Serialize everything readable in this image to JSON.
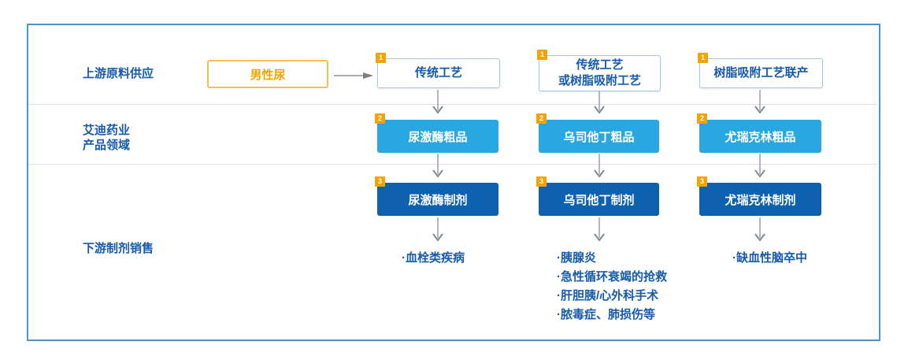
{
  "diagram": {
    "row_labels": {
      "upstream": "上游原料供应",
      "company_line1": "艾迪药业",
      "company_line2": "产品领域",
      "downstream": "下游制剂销售"
    },
    "source": {
      "label": "男性尿"
    },
    "columns": [
      {
        "process": {
          "badge": "1",
          "lines": [
            "传统工艺"
          ]
        },
        "crude": {
          "badge": "2",
          "label": "尿激酶粗品"
        },
        "prep": {
          "badge": "3",
          "label": "尿激酶制剂"
        },
        "indications": [
          "·血栓类疾病"
        ]
      },
      {
        "process": {
          "badge": "1",
          "lines": [
            "传统工艺",
            "或树脂吸附工艺"
          ]
        },
        "crude": {
          "badge": "2",
          "label": "乌司他丁粗品"
        },
        "prep": {
          "badge": "3",
          "label": "乌司他丁制剂"
        },
        "indications": [
          "·胰腺炎",
          "·急性循环衰竭的抢救",
          "·肝胆胰/心外科手术",
          "·脓毒症、肺损伤等"
        ]
      },
      {
        "process": {
          "badge": "1",
          "lines": [
            "树脂吸附工艺联产"
          ]
        },
        "crude": {
          "badge": "2",
          "label": "尤瑞克林粗品"
        },
        "prep": {
          "badge": "3",
          "label": "尤瑞克林制剂"
        },
        "indications": [
          "·缺血性脑卒中"
        ]
      }
    ],
    "colors": {
      "frame_border": "#4D93CC",
      "text_blue": "#165BAB",
      "light_blue_fill": "#29A7E0",
      "dark_blue_fill": "#0D61AE",
      "badge_orange": "#F5A300",
      "source_border": "#F0C050",
      "arrow_gray": "#8A9197"
    }
  }
}
